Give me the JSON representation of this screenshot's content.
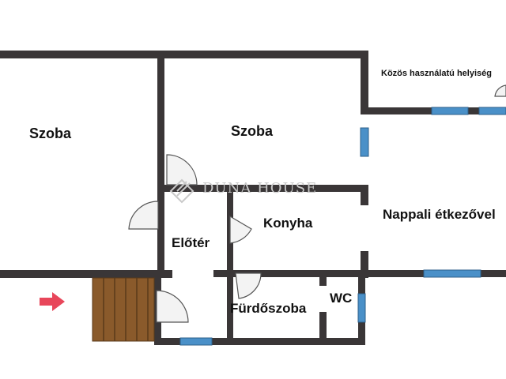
{
  "rooms": {
    "szoba_left": "Szoba",
    "szoba_middle": "Szoba",
    "kozos": "Közös használatú helyiség",
    "nappali": "Nappali étkezővel",
    "konyha": "Konyha",
    "eloter": "Előtér",
    "furdoszoba": "Fürdőszoba",
    "wc": "WC"
  },
  "watermark": "DUNA HOUSE",
  "colors": {
    "wall": "#3a3637",
    "window": "#4a90c8",
    "stairs": "#8a5a2b",
    "arrow": "#e8465a"
  }
}
